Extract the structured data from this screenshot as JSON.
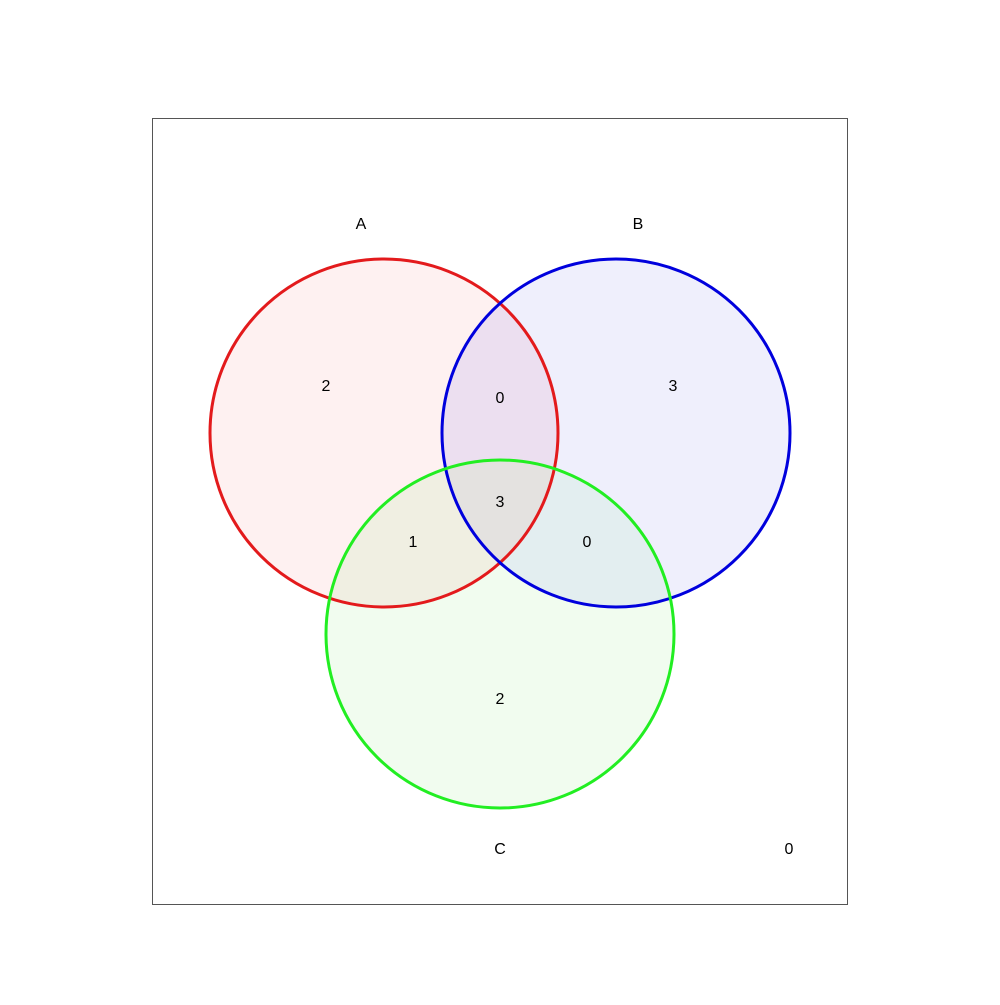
{
  "diagram": {
    "type": "venn-3",
    "sets": [
      {
        "name": "A",
        "color": "#e31a1c",
        "fill": "#fdecec"
      },
      {
        "name": "B",
        "color": "#0000dd",
        "fill": "#ececfb"
      },
      {
        "name": "C",
        "color": "#22ee22",
        "fill": "#eefcec"
      }
    ],
    "regions": {
      "only_a": "2",
      "only_b": "3",
      "only_c": "2",
      "a_and_b": "0",
      "a_and_c": "1",
      "b_and_c": "0",
      "a_b_c": "3",
      "outside": "0"
    }
  }
}
